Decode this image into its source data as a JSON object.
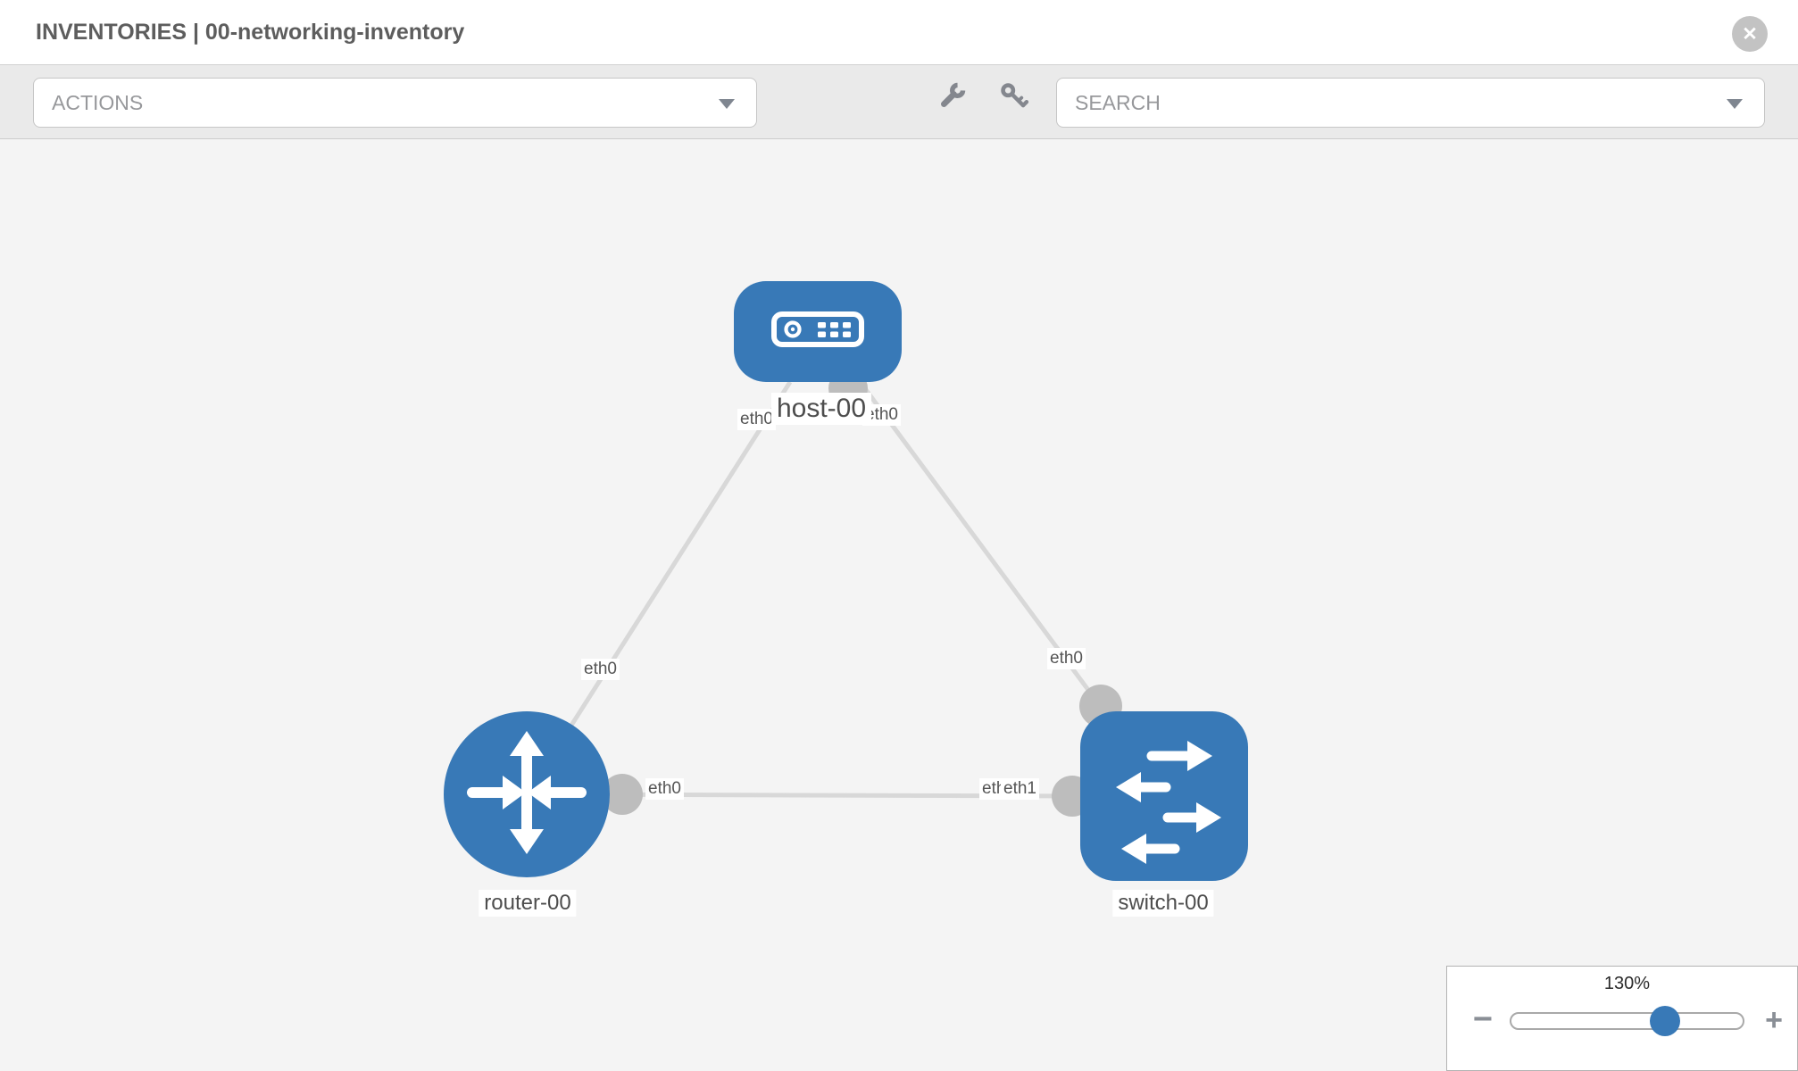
{
  "header": {
    "title": "INVENTORIES | 00-networking-inventory"
  },
  "toolbar": {
    "actions_placeholder": "ACTIONS",
    "search_placeholder": "SEARCH"
  },
  "icons": {
    "close": "✕",
    "minus": "−",
    "plus": "+",
    "wrench": "wrench-icon",
    "key": "key-icon",
    "chevron": "chevron-down-icon"
  },
  "colors": {
    "node_blue": "#3879b7",
    "link_gray": "#d8d8d8",
    "dot_gray": "#bdbdbd",
    "toolbar_gray": "#eaeaea",
    "canvas_gray": "#f4f4f4"
  },
  "graph": {
    "nodes": [
      {
        "id": "host-00",
        "type": "host",
        "label": "host-00"
      },
      {
        "id": "router-00",
        "type": "router",
        "label": "router-00"
      },
      {
        "id": "switch-00",
        "type": "switch",
        "label": "switch-00"
      }
    ],
    "links": [
      {
        "source": "host-00",
        "source_port": "eth0",
        "target": "router-00",
        "target_port": "eth0"
      },
      {
        "source": "host-00",
        "source_port": "eth0",
        "target": "switch-00",
        "target_port": "eth0"
      },
      {
        "source": "router-00",
        "source_port": "eth0",
        "target": "switch-00",
        "target_port": "eth1"
      }
    ],
    "port_labels": [
      {
        "text": "eth0"
      },
      {
        "text": "eth0"
      },
      {
        "text": "eth0"
      },
      {
        "text": "eth0"
      },
      {
        "text": "eth0"
      },
      {
        "text": "eth1"
      },
      {
        "text": "eth0"
      }
    ]
  },
  "zoom_control": {
    "value": "130%"
  }
}
